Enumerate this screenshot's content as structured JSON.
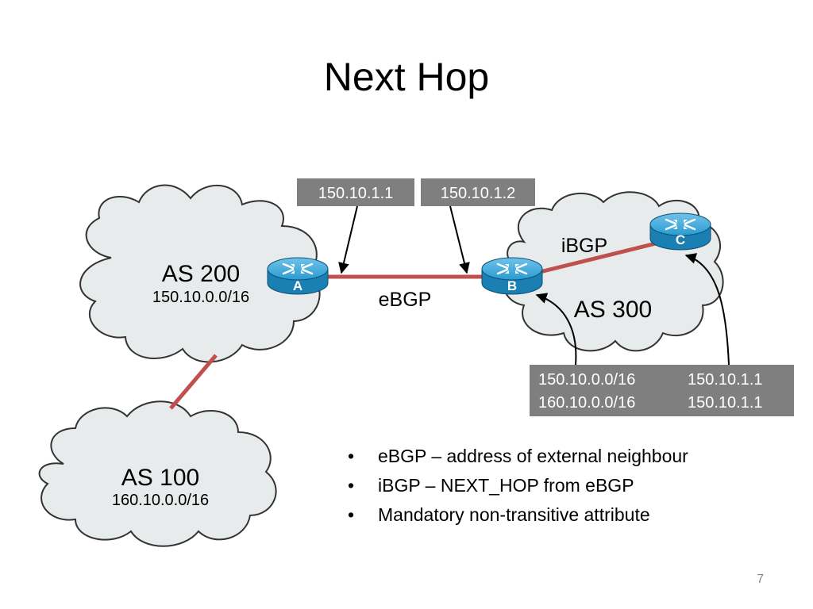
{
  "slide": {
    "title": "Next Hop",
    "page_number": "7"
  },
  "clouds": {
    "as200": {
      "name": "AS 200",
      "prefix": "150.10.0.0/16"
    },
    "as100": {
      "name": "AS 100",
      "prefix": "160.10.0.0/16"
    },
    "as300": {
      "name": "AS 300"
    }
  },
  "routers": {
    "a": {
      "label": "A",
      "icon": "router-icon"
    },
    "b": {
      "label": "B",
      "icon": "router-icon"
    },
    "c": {
      "label": "C",
      "icon": "router-icon"
    }
  },
  "links": {
    "ebgp": "eBGP",
    "ibgp": "iBGP"
  },
  "address_boxes": {
    "router_a": "150.10.1.1",
    "router_b": "150.10.1.2"
  },
  "routing_table": {
    "rows": [
      {
        "prefix": "150.10.0.0/16",
        "next_hop": "150.10.1.1"
      },
      {
        "prefix": "160.10.0.0/16",
        "next_hop": "150.10.1.1"
      }
    ]
  },
  "bullets": [
    "eBGP – address of external neighbour",
    "iBGP – NEXT_HOP from eBGP",
    "Mandatory non-transitive attribute"
  ],
  "colors": {
    "cloud_fill": "#e8ebec",
    "cloud_stroke": "#333333",
    "link": "#c0504d",
    "router_body": "#1a8fc4",
    "label_box": "#7f7f7f"
  }
}
